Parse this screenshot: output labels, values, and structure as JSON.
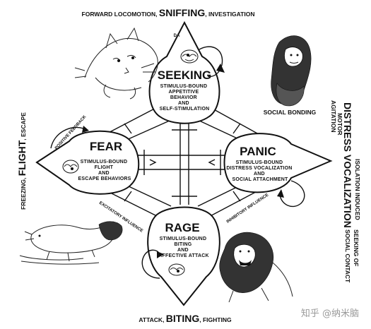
{
  "edges": {
    "top": {
      "pre": "FORWARD LOCOMOTION, ",
      "big": "SNIFFING",
      "post": ", INVESTIGATION"
    },
    "bottom": {
      "pre": "ATTACK, ",
      "big": "BITING",
      "post": ", FIGHTING"
    },
    "left": {
      "pre": "FREEZING, ",
      "big": "FLIGHT",
      "post": ", ESCAPE"
    },
    "right_outer": {
      "pre": "ISOLATION INDUCED",
      "big": "DISTRESS VOCALIZATION",
      "post": "SEEKING OF SOCIAL CONTACT"
    },
    "right_inner": {
      "line1": "MOTOR",
      "line2": "AGITATION"
    }
  },
  "nodes": {
    "seeking": {
      "title": "SEEKING",
      "lines": [
        "STIMULUS-BOUND",
        "APPETITIVE",
        "BEHAVIOR",
        "AND",
        "SELF-STIMULATION"
      ],
      "tag": "DA"
    },
    "fear": {
      "title": "FEAR",
      "lines": [
        "STIMULUS-BOUND",
        "FLIGHT",
        "AND",
        "ESCAPE BEHAVIORS"
      ],
      "loop_label": "POSITIVE FEEDBACK"
    },
    "panic": {
      "title": "PANIC",
      "lines": [
        "STIMULUS-BOUND",
        "DISTRESS VOCALIZATION",
        "AND",
        "SOCIAL ATTACHMENT"
      ]
    },
    "rage": {
      "title": "RAGE",
      "lines": [
        "STIMULUS-BOUND",
        "BITING",
        "AND",
        "AFFECTIVE ATTACK"
      ]
    }
  },
  "influences": {
    "excitatory": "EXCITATORY INFLUENCE",
    "inhibitory": "INHIBITORY INFLUENCE"
  },
  "captions": {
    "social_bonding": "SOCIAL BONDING"
  },
  "watermark": "知乎 @纳米脑",
  "icons": [
    "cat-sketch",
    "primate-sketch",
    "rodent-sketch",
    "baboon-sketch",
    "brain-icon"
  ]
}
